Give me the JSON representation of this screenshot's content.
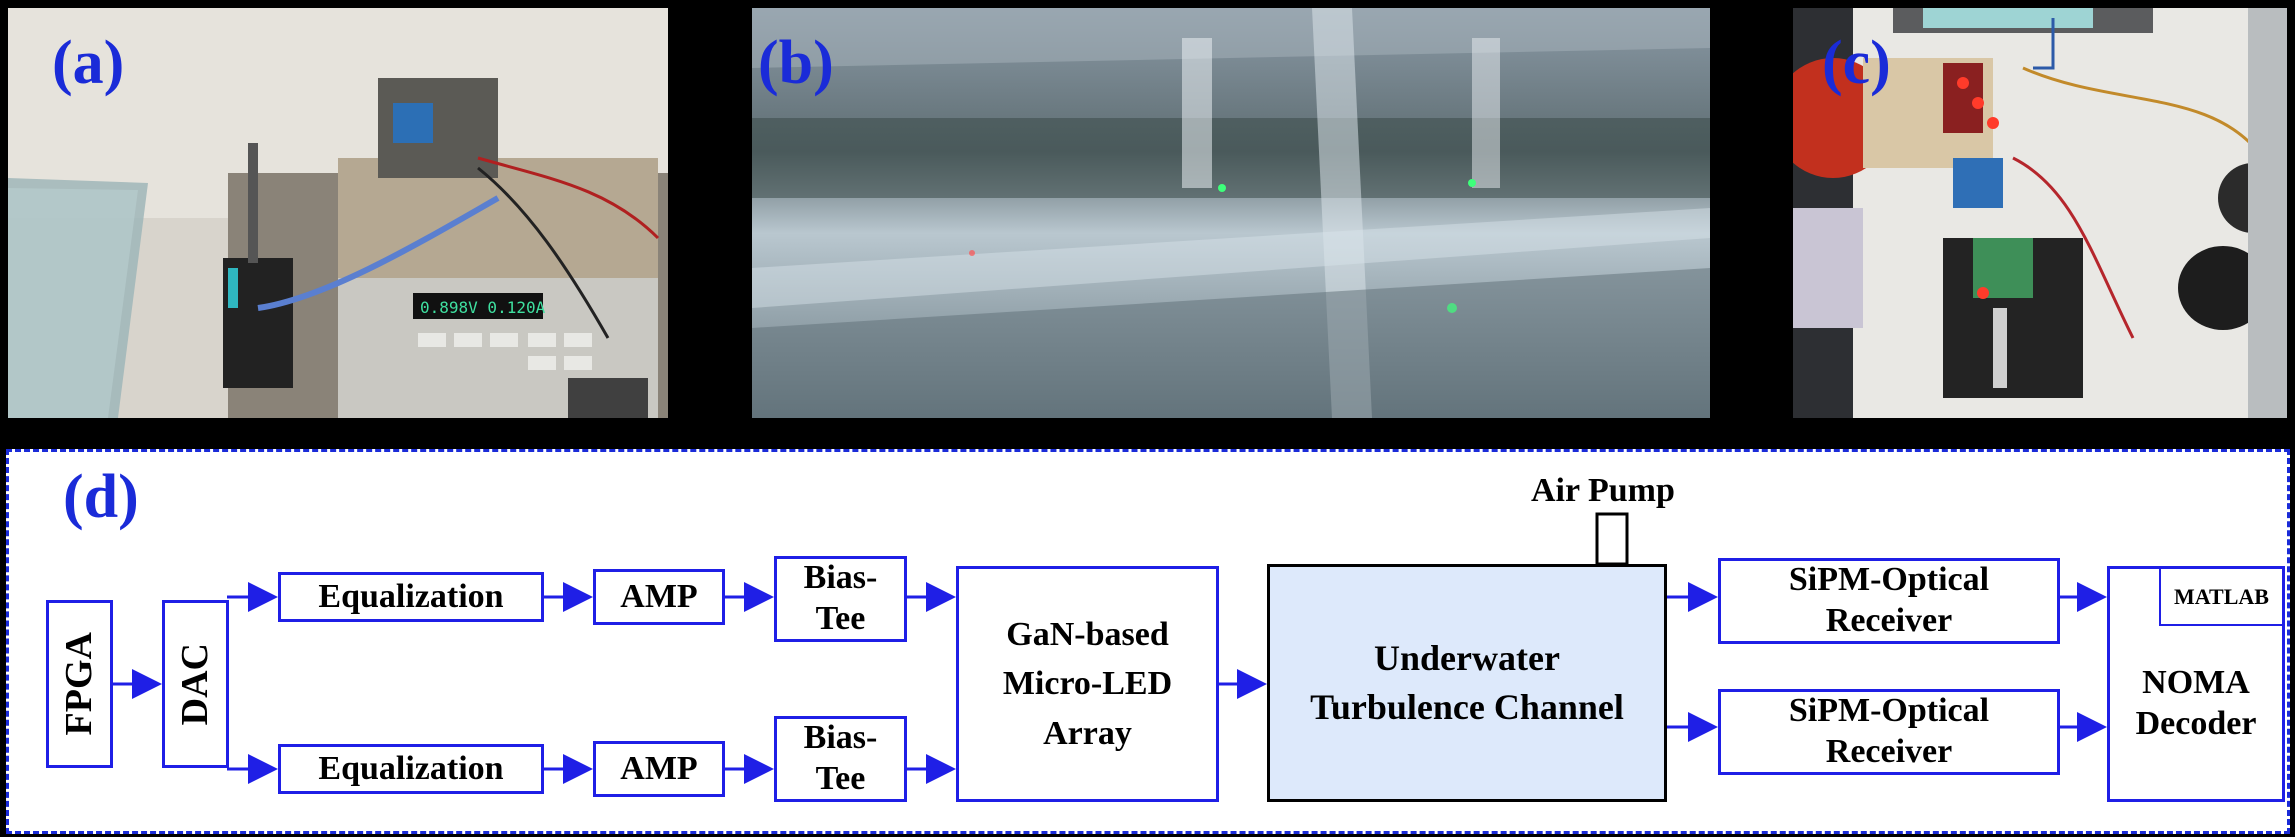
{
  "panels": {
    "a": {
      "label": "(a)"
    },
    "b": {
      "label": "(b)"
    },
    "c": {
      "label": "(c)"
    },
    "d": {
      "label": "(d)"
    }
  },
  "diagram": {
    "fpga": "FPGA",
    "dac": "DAC",
    "equalization_top": "Equalization",
    "equalization_bottom": "Equalization",
    "amp_top": "AMP",
    "amp_bottom": "AMP",
    "bias_tee_top": {
      "line1": "Bias-",
      "line2": "Tee"
    },
    "bias_tee_bottom": {
      "line1": "Bias-",
      "line2": "Tee"
    },
    "led_array": {
      "line1": "GaN-based",
      "line2": "Micro-LED",
      "line3": "Array"
    },
    "channel": {
      "line1": "Underwater",
      "line2": "Turbulence Channel"
    },
    "air_pump": "Air Pump",
    "receiver_top": {
      "line1": "SiPM-Optical",
      "line2": "Receiver"
    },
    "receiver_bottom": {
      "line1": "SiPM-Optical",
      "line2": "Receiver"
    },
    "matlab": "MATLAB",
    "decoder": {
      "line1": "NOMA",
      "line2": "Decoder"
    }
  },
  "colors": {
    "accent": "#1a2bd8",
    "box_border": "#1f1fe6",
    "channel_fill": "#dde9fb"
  }
}
